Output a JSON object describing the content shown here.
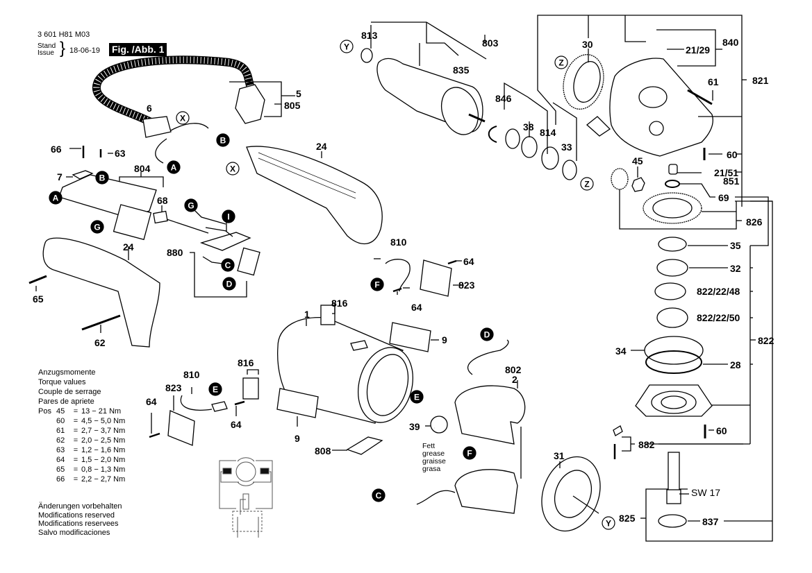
{
  "header": {
    "part_code": "3 601 H81 M03",
    "stand_label": "Stand",
    "issue_label": "Issue",
    "date": "18-06-19",
    "figure_badge": "Fig. /Abb. 1"
  },
  "torque_table": {
    "titles": [
      "Anzugsmomente",
      "Torque values",
      "Couple de serrage",
      "Pares de apriete"
    ],
    "pos_label": "Pos",
    "rows": [
      {
        "pos": "45",
        "value": "13  − 21 Nm"
      },
      {
        "pos": "60",
        "value": "4,5 − 5,0 Nm"
      },
      {
        "pos": "61",
        "value": "2,7 − 3,7 Nm"
      },
      {
        "pos": "62",
        "value": "2,0 − 2,5 Nm"
      },
      {
        "pos": "63",
        "value": "1,2 − 1,6 Nm"
      },
      {
        "pos": "64",
        "value": "1,5 − 2,0 Nm"
      },
      {
        "pos": "65",
        "value": "0,8 − 1,3 Nm"
      },
      {
        "pos": "66",
        "value": "2,2 − 2,7 Nm"
      }
    ]
  },
  "notes": [
    "Änderungen vorbehalten",
    "Modifications reserved",
    "Modifications reservees",
    "Salvo modificaciones"
  ],
  "grease_note": [
    "Fett",
    "grease",
    "graisse",
    "grasa"
  ],
  "wrench_size": "SW 17",
  "callouts": {
    "c813": "813",
    "c803": "803",
    "c835": "835",
    "c846": "846",
    "c38": "38",
    "c814": "814",
    "c33": "33",
    "c30": "30",
    "c840": "840",
    "c21_29": "21/29",
    "c61": "61",
    "c821": "821",
    "c60a": "60",
    "c21_51": "21/51",
    "c851": "851",
    "c45": "45",
    "c69": "69",
    "c826": "826",
    "c35": "35",
    "c32": "32",
    "c822_22_48": "822/22/48",
    "c822_22_50": "822/22/50",
    "c822": "822",
    "c34": "34",
    "c28": "28",
    "c60b": "60",
    "c882": "882",
    "c825": "825",
    "c837": "837",
    "c31": "31",
    "c5": "5",
    "c805": "805",
    "c6": "6",
    "c66": "66",
    "c63": "63",
    "c7": "7",
    "c804": "804",
    "c68": "68",
    "c880": "880",
    "c24a": "24",
    "c24b": "24",
    "c65": "65",
    "c62": "62",
    "c810a": "810",
    "c64a": "64",
    "c823a": "823",
    "c816a": "816",
    "c64b": "64",
    "c1": "1",
    "c9a": "9",
    "c810b": "810",
    "c816b": "816",
    "c823b": "823",
    "c64c": "64",
    "c64d": "64",
    "c9b": "9",
    "c808": "808",
    "c802": "802",
    "c2": "2",
    "c39": "39"
  },
  "connector_markers": {
    "filled": [
      {
        "id": "A1",
        "letter": "A"
      },
      {
        "id": "B1",
        "letter": "B"
      },
      {
        "id": "B2",
        "letter": "B"
      },
      {
        "id": "A2",
        "letter": "A"
      },
      {
        "id": "G1",
        "letter": "G"
      },
      {
        "id": "G2",
        "letter": "G"
      },
      {
        "id": "I1",
        "letter": "I"
      },
      {
        "id": "C1",
        "letter": "C"
      },
      {
        "id": "D1",
        "letter": "D"
      },
      {
        "id": "F1",
        "letter": "F"
      },
      {
        "id": "E1",
        "letter": "E"
      },
      {
        "id": "D2",
        "letter": "D"
      },
      {
        "id": "E2",
        "letter": "E"
      },
      {
        "id": "F2",
        "letter": "F"
      },
      {
        "id": "C2",
        "letter": "C"
      }
    ],
    "outlined": [
      {
        "id": "X1",
        "letter": "X"
      },
      {
        "id": "X2",
        "letter": "X"
      },
      {
        "id": "Y1",
        "letter": "Y"
      },
      {
        "id": "Y2",
        "letter": "Y"
      },
      {
        "id": "Z1",
        "letter": "Z"
      },
      {
        "id": "Z2",
        "letter": "Z"
      }
    ]
  }
}
